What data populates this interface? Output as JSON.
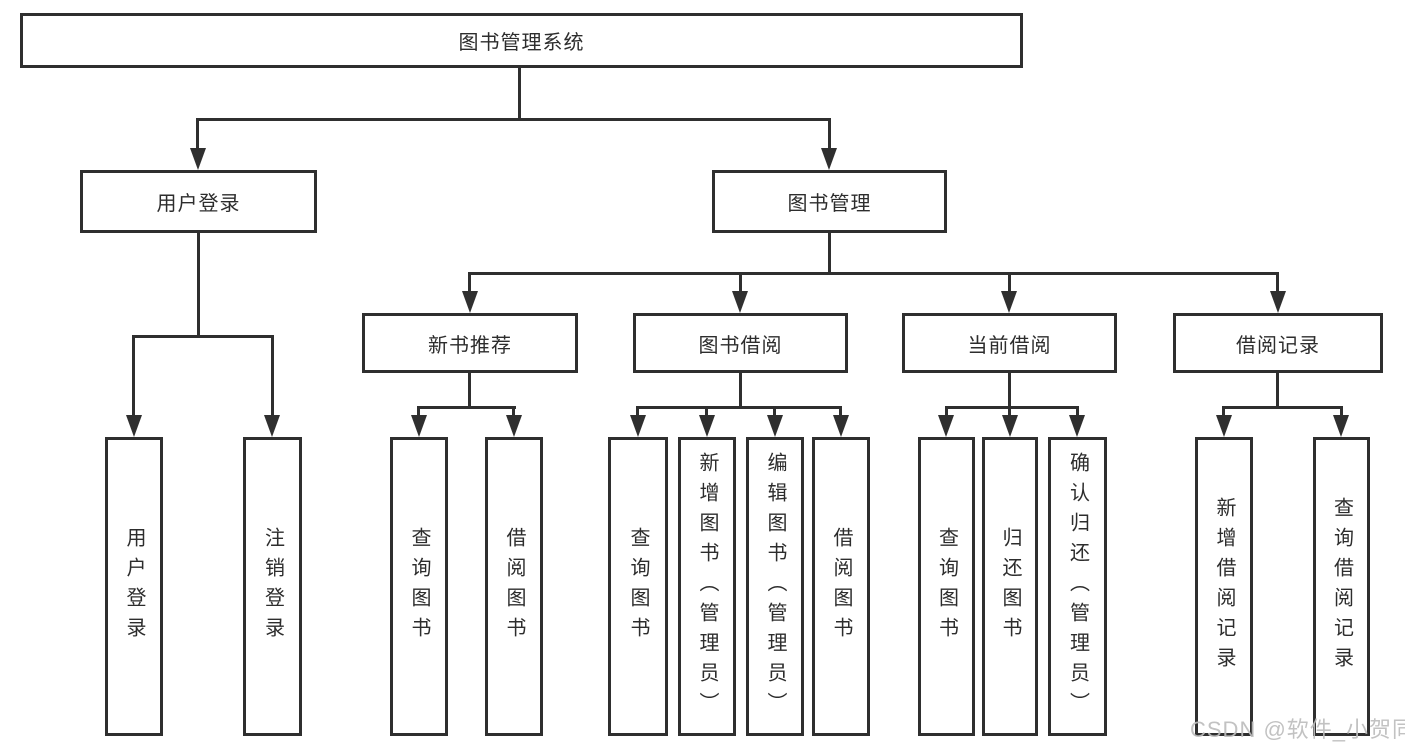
{
  "diagram": {
    "root": {
      "label": "图书管理系统"
    },
    "branches": [
      {
        "label": "用户登录",
        "children": [
          {
            "label": "用户登录"
          },
          {
            "label": "注销登录"
          }
        ]
      },
      {
        "label": "图书管理",
        "children": [
          {
            "label": "新书推荐",
            "children": [
              {
                "label": "查询图书"
              },
              {
                "label": "借阅图书"
              }
            ]
          },
          {
            "label": "图书借阅",
            "children": [
              {
                "label": "查询图书"
              },
              {
                "label": "新增图书（管理员）"
              },
              {
                "label": "编辑图书（管理员）"
              },
              {
                "label": "借阅图书"
              }
            ]
          },
          {
            "label": "当前借阅",
            "children": [
              {
                "label": "查询图书"
              },
              {
                "label": "归还图书"
              },
              {
                "label": "确认归还（管理员）"
              }
            ]
          },
          {
            "label": "借阅记录",
            "children": [
              {
                "label": "新增借阅记录"
              },
              {
                "label": "查询借阅记录"
              }
            ]
          }
        ]
      }
    ]
  },
  "watermark": {
    "text": "CSDN @软件_小贺同学",
    "color": "#bdbdbd"
  },
  "colors": {
    "line": "#2f2f2f",
    "text": "#2d2d2d",
    "background": "#ffffff"
  }
}
